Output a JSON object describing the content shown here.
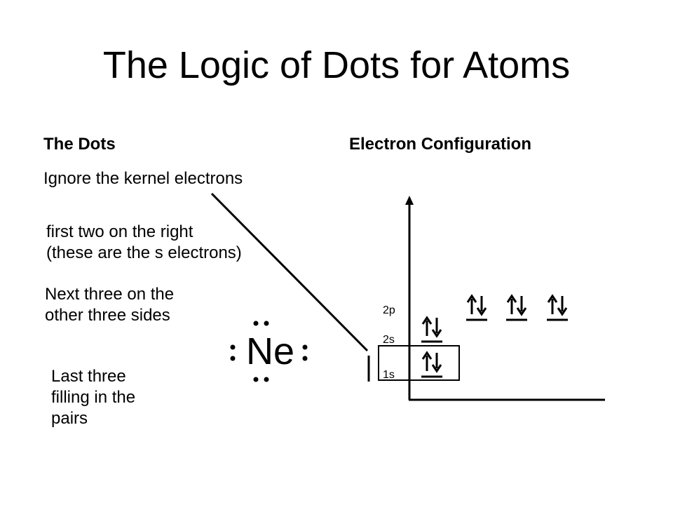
{
  "slide": {
    "title": "The Logic of Dots for Atoms",
    "left_heading": "The Dots",
    "right_heading": "Electron Configuration",
    "steps": {
      "kernel": "Ignore the kernel electrons",
      "s_electrons": [
        "first two on the right",
        "(these are the s electrons)"
      ],
      "next_three": [
        "Next three on the",
        "other three sides"
      ],
      "last_three": [
        "Last three",
        "filling in the",
        "pairs"
      ]
    },
    "element_symbol": "Ne",
    "orbital_labels": {
      "p2": "2p",
      "s2": "2s",
      "s1": "1s"
    },
    "orbitals": [
      {
        "name": "1s",
        "electrons": 2
      },
      {
        "name": "2s",
        "electrons": 2
      },
      {
        "name": "2p",
        "electrons": 2
      },
      {
        "name": "2p",
        "electrons": 2
      },
      {
        "name": "2p",
        "electrons": 2
      }
    ],
    "ink_color": "#000000"
  }
}
